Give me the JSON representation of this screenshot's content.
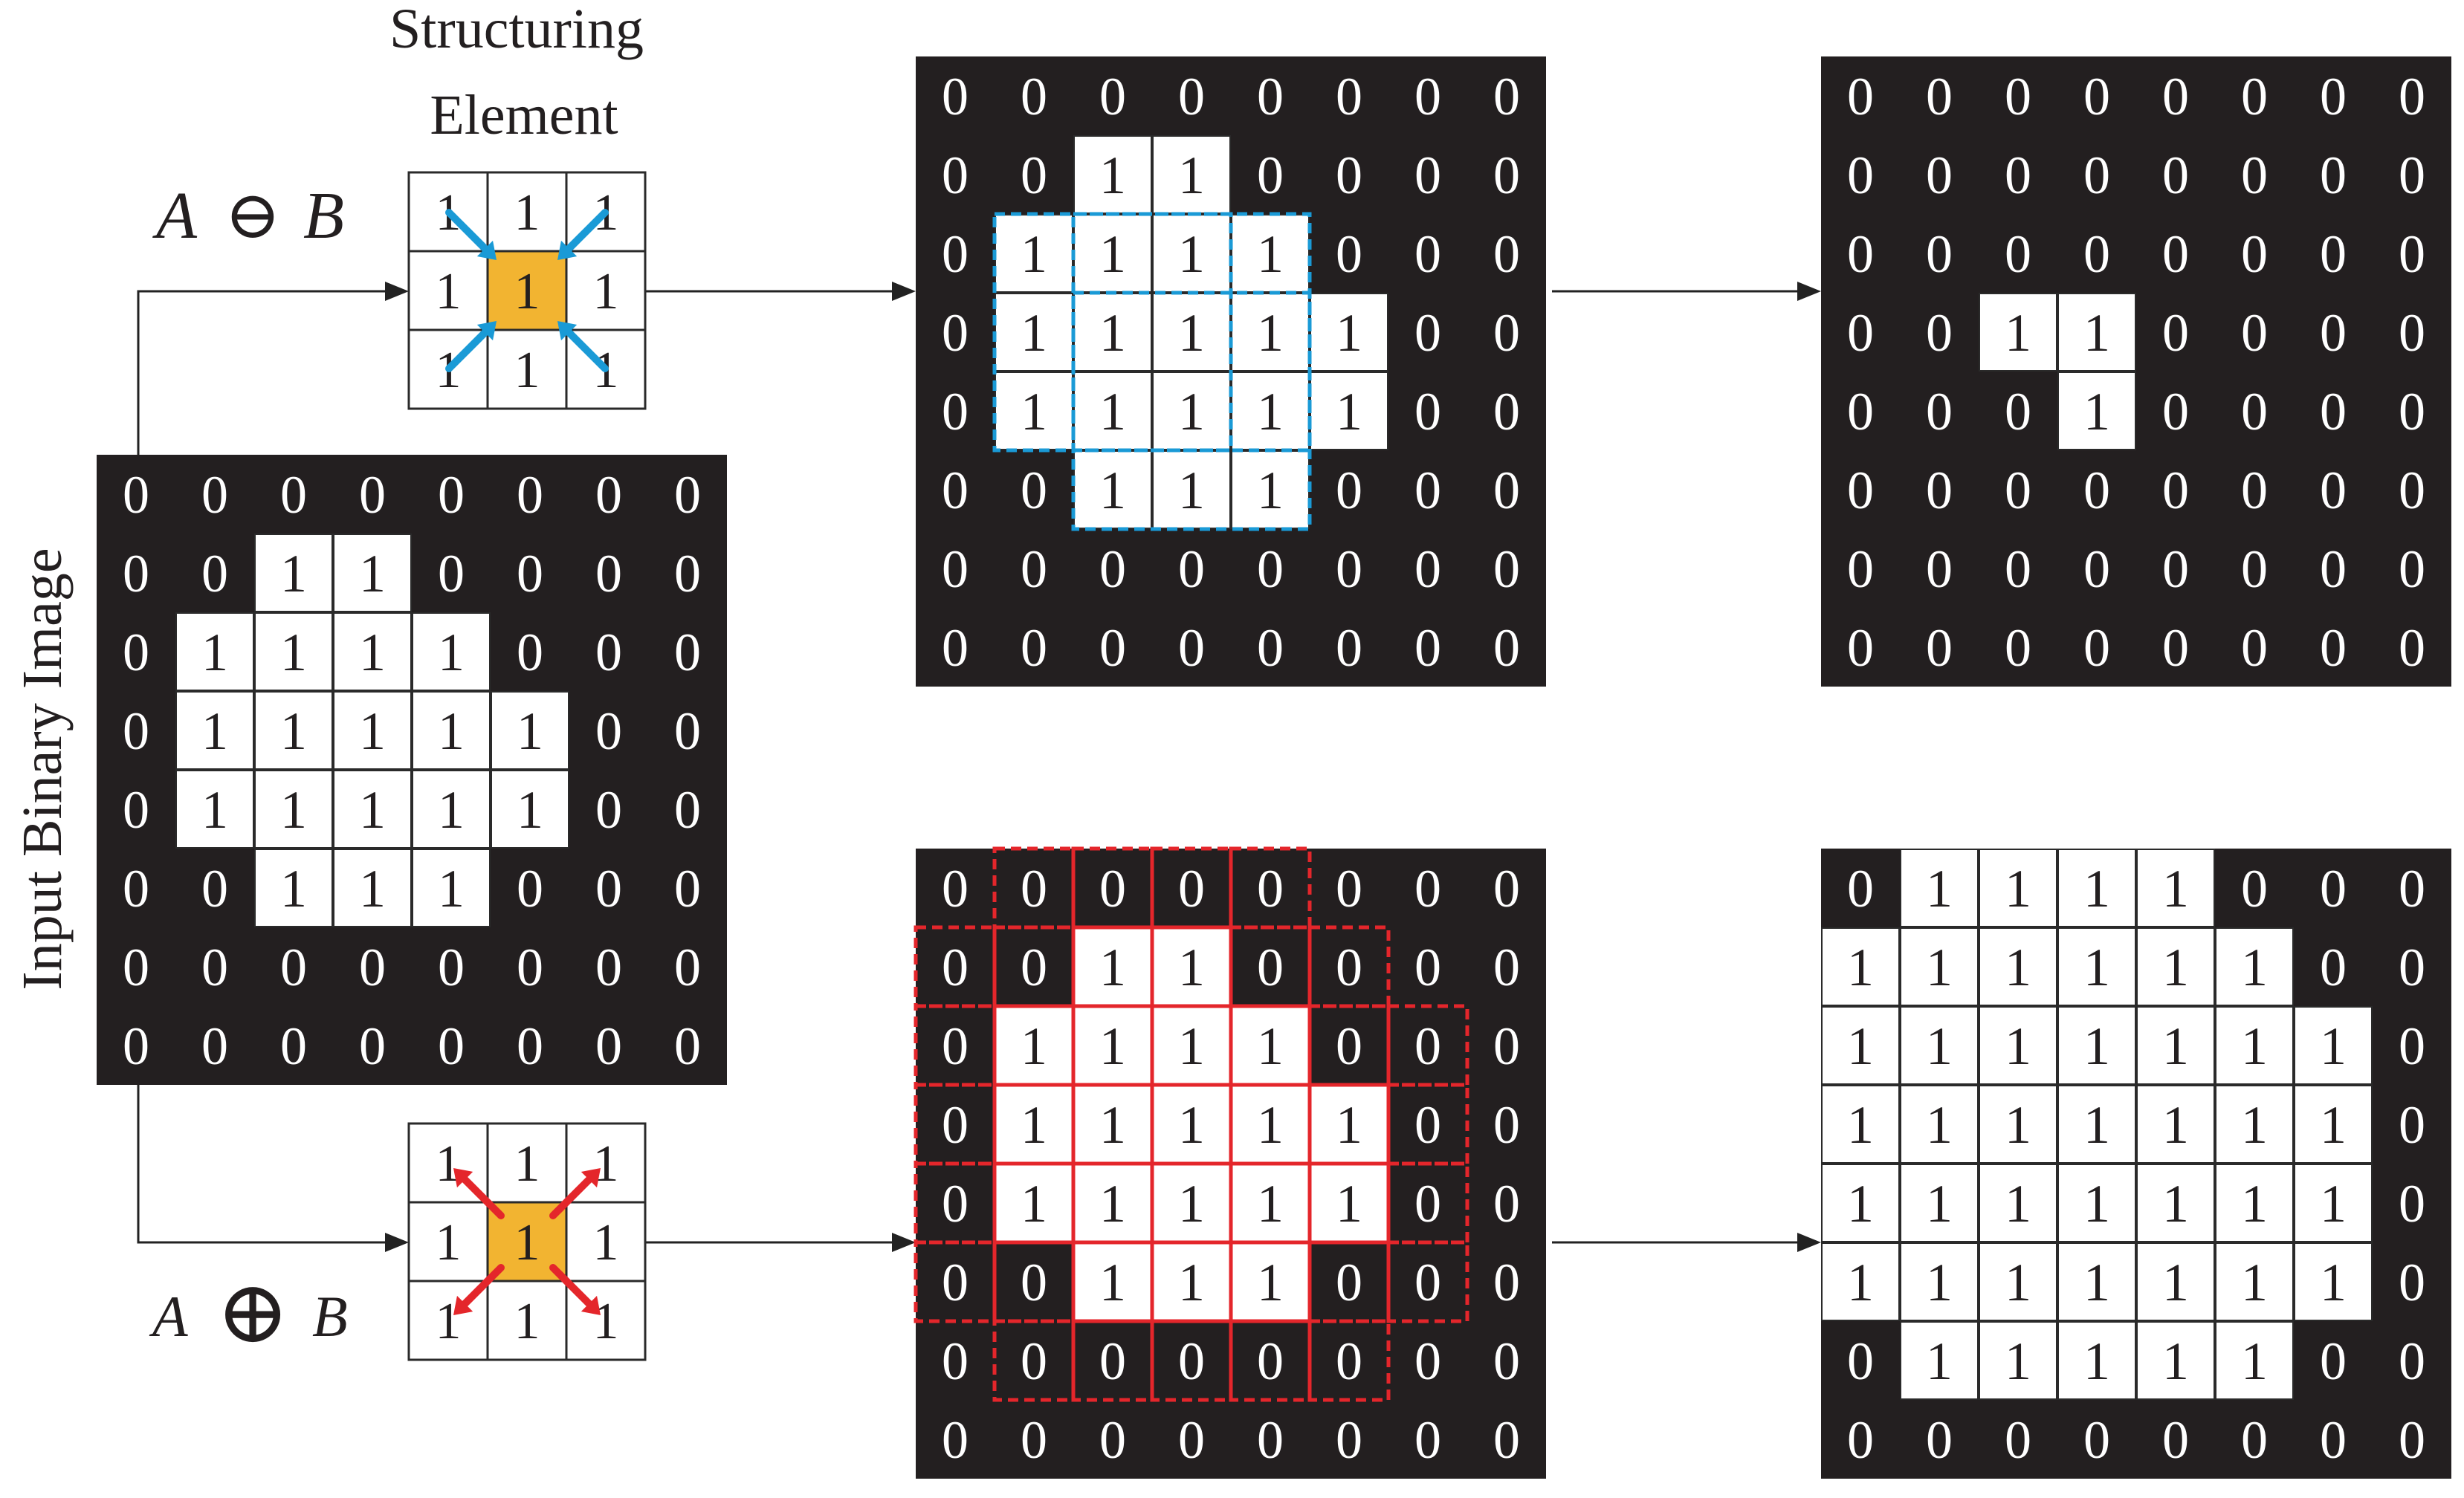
{
  "labels": {
    "structuring_element": [
      "Structuring",
      "Element"
    ],
    "input_binary_image": "Input Binary Image",
    "erosion": {
      "a": "A",
      "op": "⊖",
      "b": "B"
    },
    "dilation": {
      "a": "A",
      "op": "⊕",
      "b": "B"
    }
  },
  "colors": {
    "background_cell": "#231f20",
    "foreground_cell": "#ffffff",
    "origin_cell": "#f2b431",
    "erosion_accent": "#1a9ad6",
    "dilation_accent": "#e4262b",
    "line": "#222222"
  },
  "structuring_element": [
    [
      1,
      1,
      1
    ],
    [
      1,
      1,
      1
    ],
    [
      1,
      1,
      1
    ]
  ],
  "input_image": [
    [
      0,
      0,
      0,
      0,
      0,
      0,
      0,
      0
    ],
    [
      0,
      0,
      1,
      1,
      0,
      0,
      0,
      0
    ],
    [
      0,
      1,
      1,
      1,
      1,
      0,
      0,
      0
    ],
    [
      0,
      1,
      1,
      1,
      1,
      1,
      0,
      0
    ],
    [
      0,
      1,
      1,
      1,
      1,
      1,
      0,
      0
    ],
    [
      0,
      0,
      1,
      1,
      1,
      0,
      0,
      0
    ],
    [
      0,
      0,
      0,
      0,
      0,
      0,
      0,
      0
    ],
    [
      0,
      0,
      0,
      0,
      0,
      0,
      0,
      0
    ]
  ],
  "erosion_result": [
    [
      0,
      0,
      0,
      0,
      0,
      0,
      0,
      0
    ],
    [
      0,
      0,
      0,
      0,
      0,
      0,
      0,
      0
    ],
    [
      0,
      0,
      0,
      0,
      0,
      0,
      0,
      0
    ],
    [
      0,
      0,
      1,
      1,
      0,
      0,
      0,
      0
    ],
    [
      0,
      0,
      0,
      1,
      0,
      0,
      0,
      0
    ],
    [
      0,
      0,
      0,
      0,
      0,
      0,
      0,
      0
    ],
    [
      0,
      0,
      0,
      0,
      0,
      0,
      0,
      0
    ],
    [
      0,
      0,
      0,
      0,
      0,
      0,
      0,
      0
    ]
  ],
  "dilation_result": [
    [
      0,
      1,
      1,
      1,
      1,
      0,
      0,
      0
    ],
    [
      1,
      1,
      1,
      1,
      1,
      1,
      0,
      0
    ],
    [
      1,
      1,
      1,
      1,
      1,
      1,
      1,
      0
    ],
    [
      1,
      1,
      1,
      1,
      1,
      1,
      1,
      0
    ],
    [
      1,
      1,
      1,
      1,
      1,
      1,
      1,
      0
    ],
    [
      1,
      1,
      1,
      1,
      1,
      1,
      1,
      0
    ],
    [
      0,
      1,
      1,
      1,
      1,
      1,
      0,
      0
    ],
    [
      0,
      0,
      0,
      0,
      0,
      0,
      0,
      0
    ]
  ]
}
